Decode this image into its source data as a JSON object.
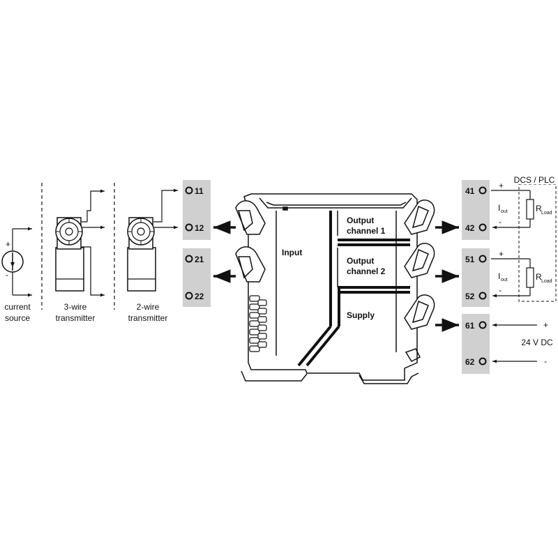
{
  "sources": {
    "current_source": [
      "current",
      "source"
    ],
    "three_wire": [
      "3-wire",
      "transmitter"
    ],
    "two_wire": [
      "2-wire",
      "transmitter"
    ]
  },
  "input_terminals": [
    "11",
    "12",
    "21",
    "22"
  ],
  "output_terminals": [
    "41",
    "42",
    "51",
    "52",
    "61",
    "62"
  ],
  "module": {
    "input_label": "Input",
    "output1": [
      "Output",
      "channel 1"
    ],
    "output2": [
      "Output",
      "channel 2"
    ],
    "supply_label": "Supply"
  },
  "load": {
    "title": "DCS / PLC",
    "current_symbol": "I",
    "current_sub": "out",
    "resistor_symbol": "R",
    "resistor_sub": "Load",
    "plus": "+",
    "minus": "-"
  },
  "supply": {
    "voltage": "24 V DC",
    "plus": "+",
    "minus": "-"
  },
  "colors": {
    "terminal_block": "#d0d0d0",
    "line": "#111111"
  }
}
